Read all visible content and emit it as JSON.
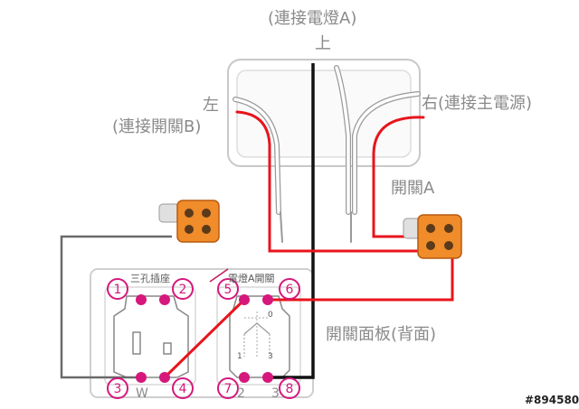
{
  "labels": {
    "top_light": "(連接電燈A)",
    "top_up": "上",
    "left_side": "左",
    "left_connect": "(連接開關B)",
    "right_connect": "右(連接主電源)",
    "switch_a": "開關A",
    "panel_back": "開關面板(背面)",
    "outlet_title": "三孔插座",
    "switch_title": "電燈A開關",
    "outlet_bottom_label": "W",
    "switch_bottom_left_label": "2",
    "switch_bottom_right_label": "3",
    "inner_zero": "0",
    "inner_one": "1",
    "inner_three": "3",
    "watermark": "#894580"
  },
  "terminals": [
    {
      "num": "1"
    },
    {
      "num": "2"
    },
    {
      "num": "3"
    },
    {
      "num": "4"
    },
    {
      "num": "5"
    },
    {
      "num": "6"
    },
    {
      "num": "7"
    },
    {
      "num": "8"
    }
  ],
  "colors": {
    "red_wire": "#e8141c",
    "black_wire": "#111111",
    "gray_wire": "#6a6a6a",
    "terminal_magenta": "#d6177c",
    "connector_orange": "#f08c2a",
    "box_outline": "#c8c8c8"
  }
}
